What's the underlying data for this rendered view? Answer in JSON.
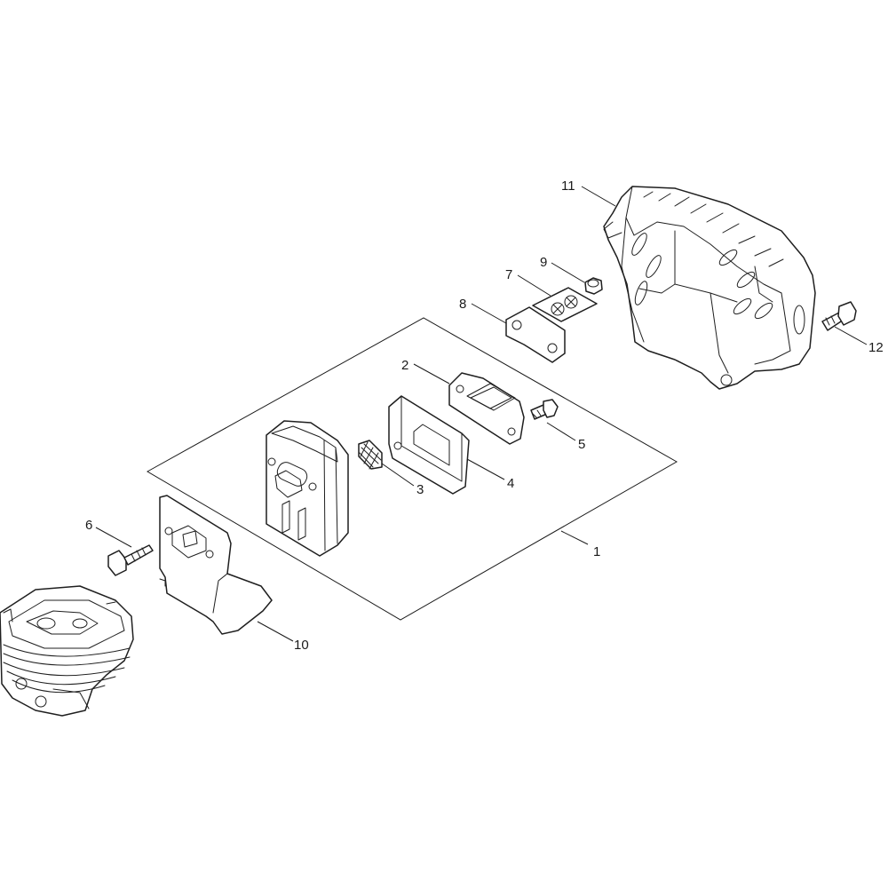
{
  "diagram": {
    "type": "exploded-parts-diagram",
    "callouts": [
      {
        "id": "1",
        "label": "1"
      },
      {
        "id": "2",
        "label": "2"
      },
      {
        "id": "3",
        "label": "3"
      },
      {
        "id": "4",
        "label": "4"
      },
      {
        "id": "5",
        "label": "5"
      },
      {
        "id": "6",
        "label": "6"
      },
      {
        "id": "7",
        "label": "7"
      },
      {
        "id": "8",
        "label": "8"
      },
      {
        "id": "9",
        "label": "9"
      },
      {
        "id": "10",
        "label": "10"
      },
      {
        "id": "11",
        "label": "11"
      },
      {
        "id": "12",
        "label": "12"
      }
    ]
  }
}
